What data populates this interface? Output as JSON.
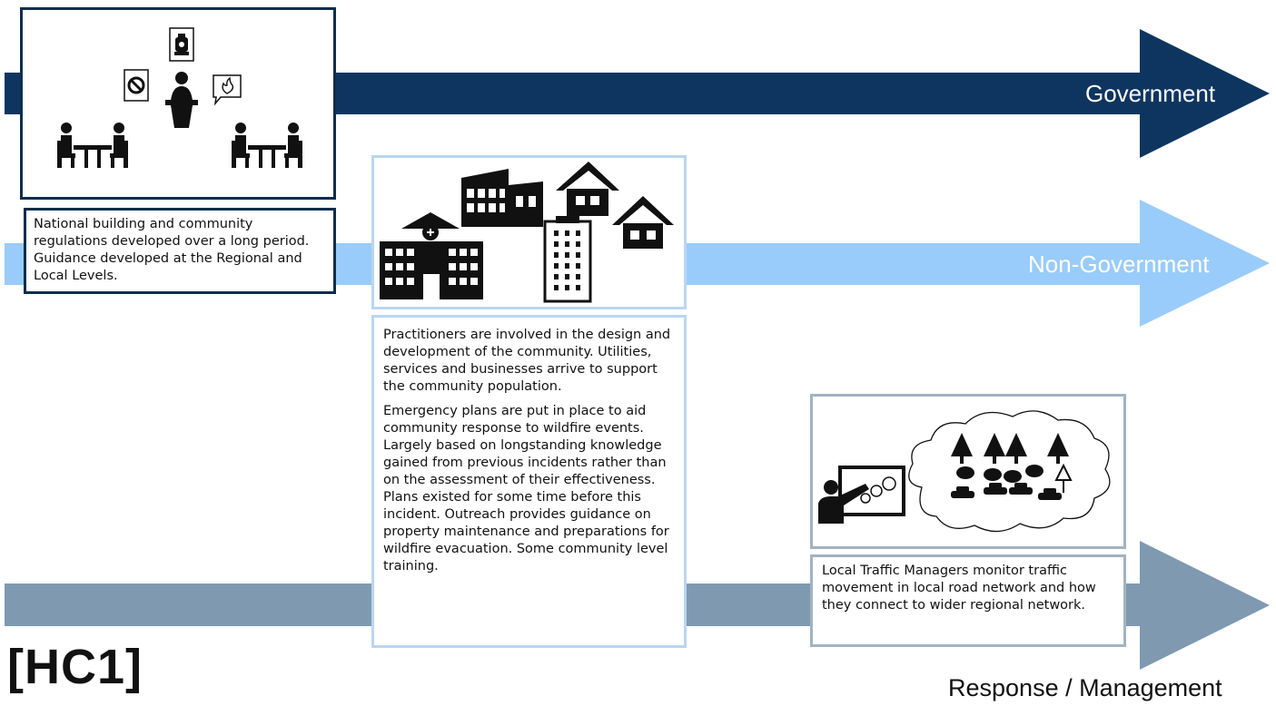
{
  "lanes": {
    "government": {
      "label": "Government",
      "color": "#0e3560"
    },
    "non_government": {
      "label": "Non-Government",
      "color": "#99ccfa"
    },
    "response": {
      "color": "#7f99b1"
    }
  },
  "panels": {
    "government_note": "National building and community regulations developed over a long period. Guidance developed at the Regional and Local Levels.",
    "non_government_note_1": "Practitioners are involved in the design and development of the community. Utilities, services and businesses arrive to support the community population.",
    "non_government_note_2": "Emergency plans are put in place to aid community response to wildfire events. Largely based on longstanding knowledge gained from previous incidents rather than on the assessment of their effectiveness. Plans existed for some time before this incident. Outreach provides guidance on property maintenance and preparations for wildfire evacuation. Some community level training.",
    "traffic_note": "Local Traffic Managers monitor traffic movement in local road network and how they connect to wider regional network."
  },
  "axis_label": "Response / Management",
  "figure_tag": "[HC1]"
}
